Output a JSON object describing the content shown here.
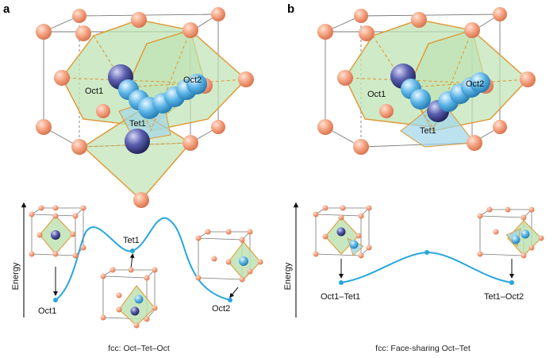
{
  "panel_a": {
    "letter": "a",
    "sites": {
      "oct1": "Oct1",
      "oct2": "Oct2",
      "tet1": "Tet1"
    },
    "energy_axis": "Energy",
    "path_labels": {
      "start": "Oct1",
      "middle": "Tet1",
      "end": "Oct2"
    },
    "caption": "fcc: Oct–Tet–Oct"
  },
  "panel_b": {
    "letter": "b",
    "sites": {
      "oct1": "Oct1",
      "oct2": "Oct2",
      "tet1": "Tet1"
    },
    "energy_axis": "Energy",
    "path_labels": {
      "start": "Oct1–Tet1",
      "end": "Tet1–Oct2"
    },
    "caption": "fcc: Face-sharing Oct–Tet"
  },
  "colors": {
    "lattice_atom": "#f4a07e",
    "octahedron_fill": "#bfe3b4",
    "octahedron_edge": "#e0962e",
    "mobile_ion": "#5ab4e6",
    "occupied_site": "#4a4f9a",
    "energy_curve": "#27a6de"
  }
}
